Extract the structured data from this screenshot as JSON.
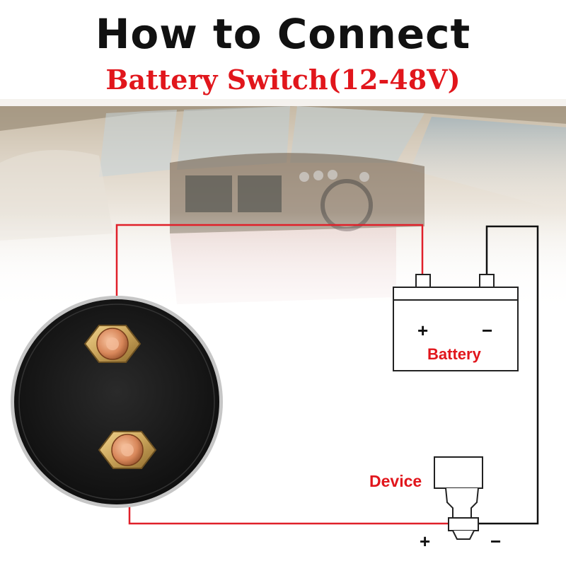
{
  "header": {
    "title": "How to Connect",
    "subtitle": "Battery Switch(12-48V)"
  },
  "battery": {
    "label": "Battery",
    "plus": "+",
    "minus": "−"
  },
  "device": {
    "label": "Device",
    "plus": "+",
    "minus": "−"
  },
  "colors": {
    "title": "#111111",
    "accent_red": "#e1161c",
    "positive_wire": "#e0202a",
    "negative_wire": "#111111",
    "switch_body": "#1b1b1b",
    "terminal_brass": "#c9a35a",
    "terminal_copper": "#d8875a"
  }
}
